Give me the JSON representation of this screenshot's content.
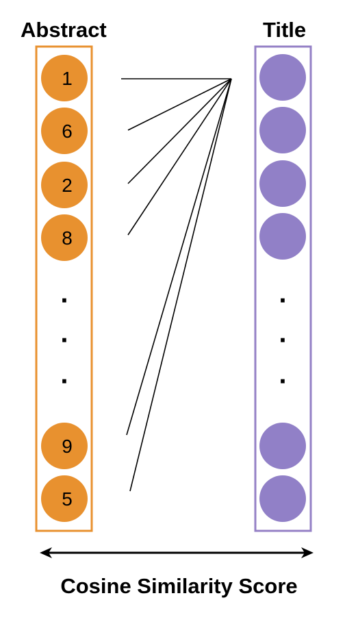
{
  "diagram": {
    "left_column": {
      "label": "Abstract",
      "border_color": "#E8912F",
      "node_color": "#E8912F",
      "top_nodes": [
        "1",
        "6",
        "2",
        "8"
      ],
      "ellipsis": [
        "·",
        "·",
        "·"
      ],
      "bottom_nodes": [
        "9",
        "5"
      ]
    },
    "right_column": {
      "label": "Title",
      "border_color": "#9480C6",
      "node_color": "#9180C7",
      "top_node_count": 4,
      "ellipsis": [
        "·",
        "·",
        "·"
      ],
      "bottom_node_count": 2
    },
    "connections": {
      "from": [
        "1",
        "6",
        "2",
        "8",
        "9",
        "5"
      ],
      "to": "title-node-1"
    },
    "arrow": {
      "direction": "bidirectional",
      "label": "Cosine Similarity Score"
    }
  }
}
